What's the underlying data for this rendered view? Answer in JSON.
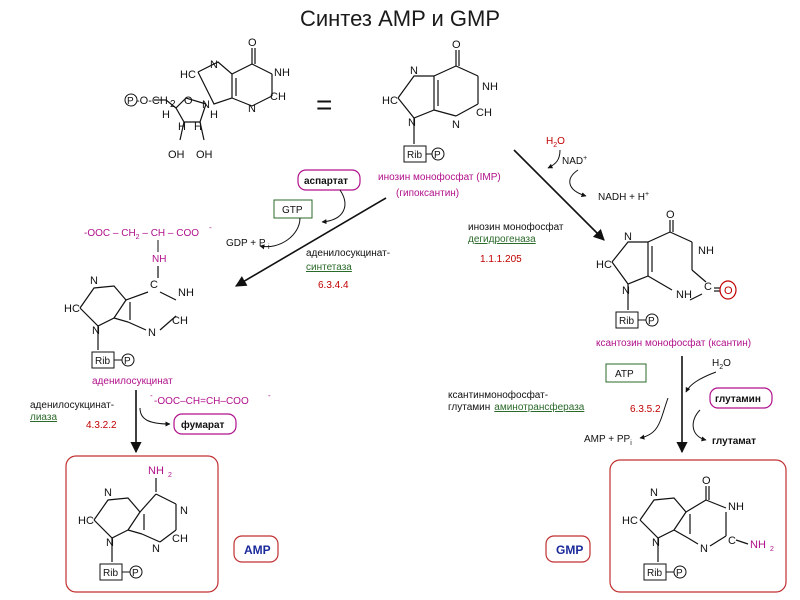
{
  "title": "Синтез AMP и GMP",
  "equals": "=",
  "atoms": {
    "O": "O",
    "N": "N",
    "NH": "NH",
    "HC": "HC",
    "CH": "CH",
    "C": "C",
    "H": "H",
    "OH": "OH",
    "P": "P",
    "Rib": "Rib",
    "NH2": "NH",
    "sub2": "2",
    "ester": "-O-CH",
    "CH2sub": "2"
  },
  "imp": {
    "name": "инозин монофосфат (IMP)",
    "alt": "(гипоксантин)"
  },
  "left_branch": {
    "substrate": "аспартат",
    "gtp": "GTP",
    "gdp": "GDP + P",
    "gdp_sub": "i",
    "enzyme_line1": "аденилосукцинат-",
    "enzyme_line2": "синтетаза",
    "ec": "6.3.4.4",
    "aspartate_chain": "-OOC – CH",
    "aspartate_chain_sub": "2",
    "aspartate_chain_end": " – CH – COO",
    "aspartate_minus": "-",
    "intermediate": "аденилосукцинат",
    "lyase_line1": "аденилосукцинат-",
    "lyase_line2": "лиаза",
    "lyase_ec": "4.3.2.2",
    "fumarate_formula": "-OOC–CH=CH–COO",
    "fumarate_minus": "-",
    "fumarate": "фумарат",
    "product": "AMP"
  },
  "right_branch": {
    "water": "H",
    "water_sub": "2",
    "water_end": "O",
    "nad": "NAD",
    "nad_sup": "+",
    "nadh": "NADH + H",
    "nadh_sup": "+",
    "enzyme_line1": "инозин монофосфат",
    "enzyme_line2": "дегидрогеназа",
    "ec": "1.1.1.205",
    "intermediate": "ксантозин монофосфат   (ксантин)",
    "atp": "ATP",
    "water2": "H",
    "water2_sub": "2",
    "water2_end": "O",
    "glutamine": "глутамин",
    "enzyme2_line1": "ксантинмонофосфат-",
    "enzyme2_line2": "глутамин",
    "enzyme2_line3": "аминотрансфераза",
    "ec2": "6.3.5.2",
    "amp_ppi": "AMP + PP",
    "amp_ppi_sub": "i",
    "glutamate": "глутамат",
    "product": "GMP"
  }
}
